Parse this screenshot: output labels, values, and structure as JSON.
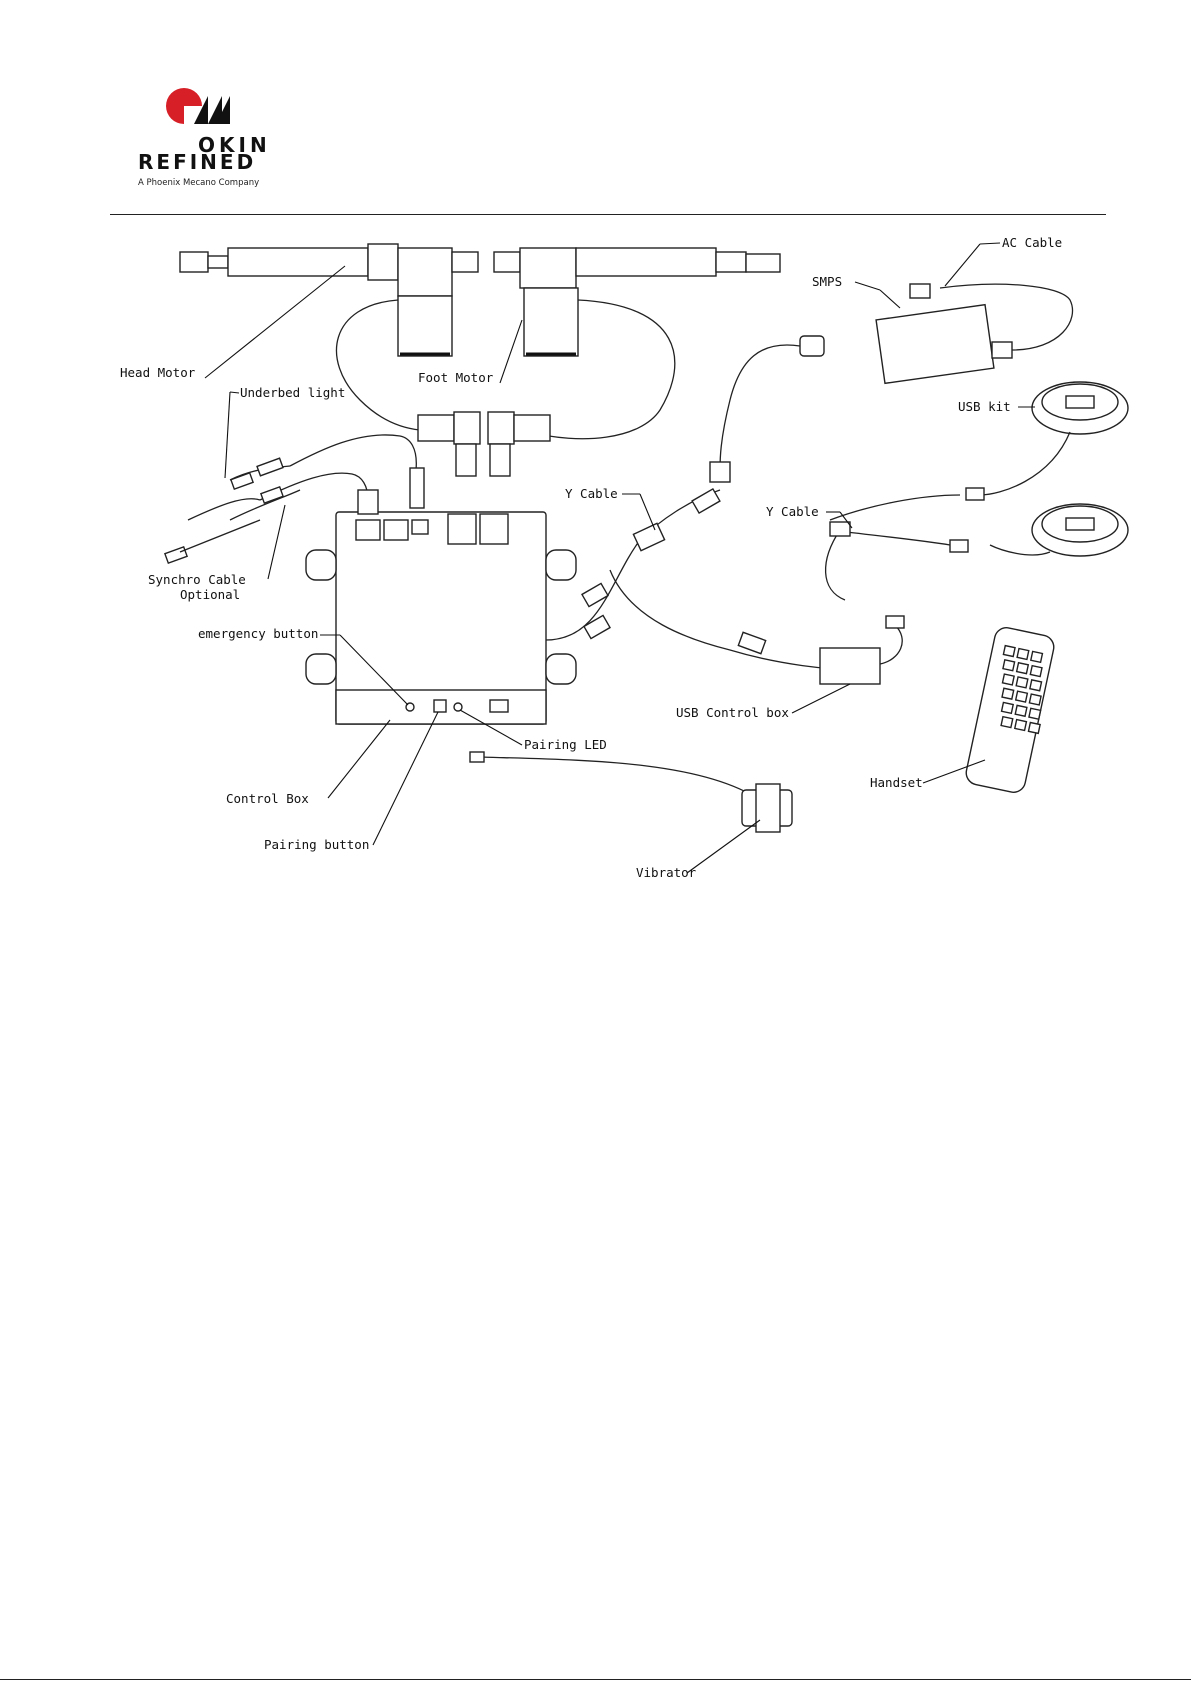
{
  "logo": {
    "line1": "OKIN",
    "line2": "REFINED",
    "tagline": "A Phoenix Mecano Company"
  },
  "diagram": {
    "labels": {
      "head_motor": "Head Motor",
      "foot_motor": "Foot Motor",
      "underbed_light": "Underbed light",
      "synchro_cable": "Synchro Cable",
      "optional": "Optional",
      "emergency_button": "emergency button",
      "control_box": "Control Box",
      "pairing_button": "Pairing button",
      "pairing_led": "Pairing LED",
      "vibrator": "Vibrator",
      "y_cable_left": "Y Cable",
      "y_cable_right": "Y Cable",
      "usb_control_box": "USB Control box",
      "smps": "SMPS",
      "ac_cable": "AC Cable",
      "usb_kit": "USB kit",
      "handset": "Handset"
    }
  }
}
